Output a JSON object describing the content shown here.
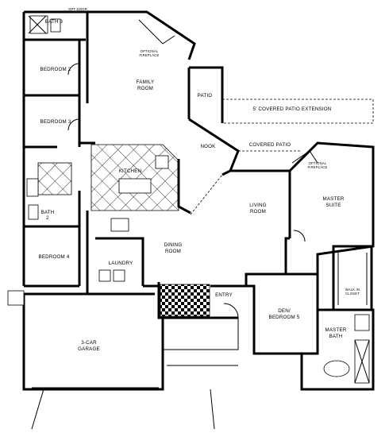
{
  "rooms": {
    "bath3": "BATH 3",
    "bedroom2": "BEDROOM 2",
    "bedroom3": "BEDROOM 3",
    "bedroom4": "BEDROOM 4",
    "family_room_1": "FAMILY",
    "family_room_2": "ROOM",
    "patio": "PATIO",
    "covered_patio_ext": "5' COVERED PATIO EXTENSION",
    "kitchen": "KITCHEN",
    "nook": "NOOK",
    "covered_patio": "COVERED PATIO",
    "master_suite_1": "MASTER",
    "master_suite_2": "SUITE",
    "living_room_1": "LIVING",
    "living_room_2": "ROOM",
    "bath2_1": "BATH",
    "bath2_2": "2",
    "laundry": "LAUNDRY",
    "dining_room_1": "DINING",
    "dining_room_2": "ROOM",
    "entry": "ENTRY",
    "den_1": "DEN/",
    "den_2": "BEDROOM 5",
    "walk_in_closet_1": "WALK IN",
    "walk_in_closet_2": "CLOSET",
    "master_bath_1": "MASTER",
    "master_bath_2": "BATH",
    "garage_1": "3-CAR",
    "garage_2": "GARAGE",
    "optional_fireplace_1": "OPTIONAL",
    "optional_fireplace_2": "FIREPLACE",
    "optional_fireplace_3": "OPTIONAL",
    "optional_fireplace_4": "FIREPLACE",
    "opt_door": "OPT DOOR"
  }
}
